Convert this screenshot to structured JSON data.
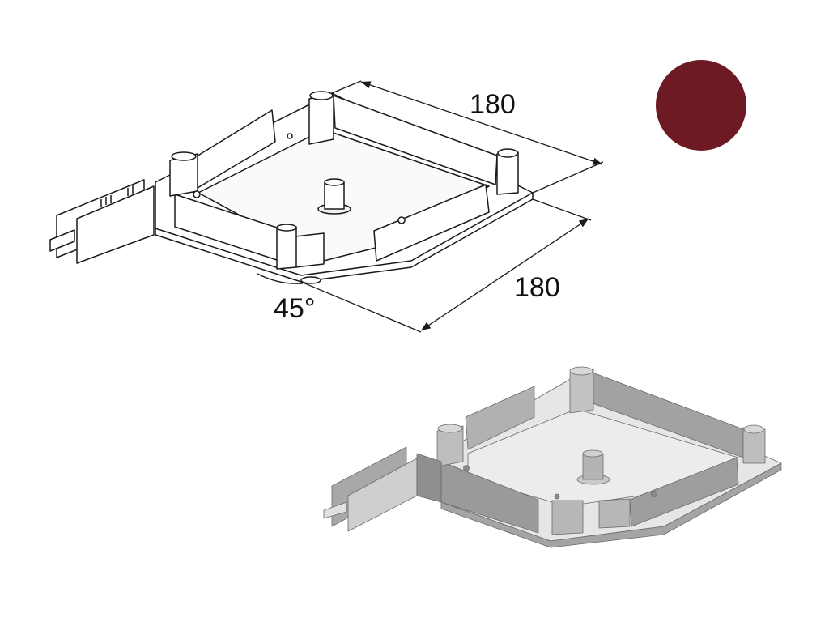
{
  "dimensions": {
    "length_a": "180",
    "length_b": "180",
    "angle": "45°"
  },
  "swatch": {
    "color": "#6e1a24"
  },
  "colors": {
    "line": "#1a1a1a",
    "render_light": "#d6d6d6",
    "render_mid": "#a9a9a9",
    "render_dark": "#7d7d7d"
  }
}
